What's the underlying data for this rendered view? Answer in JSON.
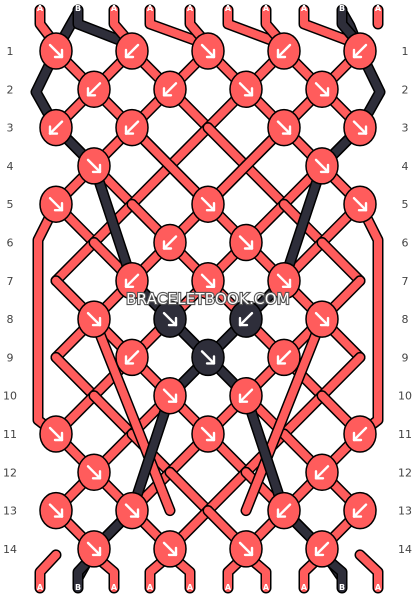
{
  "colors": {
    "A": "#ff5c5c",
    "B": "#2e2e3a",
    "outline": "#000000",
    "arrow": "#ffffff"
  },
  "watermark": "BRACELETBOOK.COM",
  "row_labels": [
    "1",
    "2",
    "3",
    "4",
    "5",
    "6",
    "7",
    "8",
    "9",
    "10",
    "11",
    "12",
    "13",
    "14"
  ],
  "strings_top": [
    "A",
    "B",
    "A",
    "A",
    "A",
    "A",
    "A",
    "A",
    "B",
    "A"
  ],
  "strings_bottom": [
    "A",
    "B",
    "A",
    "A",
    "A",
    "A",
    "A",
    "A",
    "B",
    "A"
  ],
  "knots": [
    [
      {
        "d": "se",
        "c": "A"
      },
      {
        "d": "sw",
        "c": "A"
      },
      {
        "d": "se",
        "c": "A"
      },
      {
        "d": "sw",
        "c": "A"
      },
      {
        "d": "sw",
        "c": "A"
      }
    ],
    [
      {
        "d": "sw",
        "c": "A"
      },
      {
        "d": "sw",
        "c": "A"
      },
      {
        "d": "se",
        "c": "A"
      },
      {
        "d": "se",
        "c": "A"
      }
    ],
    [
      {
        "d": "sw",
        "c": "A"
      },
      {
        "d": "sw",
        "c": "A"
      },
      {
        "d": "none",
        "c": "none"
      },
      {
        "d": "se",
        "c": "A"
      },
      {
        "d": "se",
        "c": "A"
      }
    ],
    [
      {
        "d": "se",
        "c": "A"
      },
      {
        "d": "none",
        "c": "none"
      },
      {
        "d": "none",
        "c": "none"
      },
      {
        "d": "se",
        "c": "A"
      }
    ],
    [
      {
        "d": "se",
        "c": "A"
      },
      {
        "d": "none",
        "c": "none"
      },
      {
        "d": "se",
        "c": "A"
      },
      {
        "d": "none",
        "c": "none"
      },
      {
        "d": "se",
        "c": "A"
      }
    ],
    [
      {
        "d": "none",
        "c": "none"
      },
      {
        "d": "sw",
        "c": "A"
      },
      {
        "d": "se",
        "c": "A"
      },
      {
        "d": "none",
        "c": "none"
      }
    ],
    [
      {
        "d": "none",
        "c": "none"
      },
      {
        "d": "sw",
        "c": "A"
      },
      {
        "d": "se",
        "c": "A"
      },
      {
        "d": "se",
        "c": "A"
      },
      {
        "d": "none",
        "c": "none"
      }
    ],
    [
      {
        "d": "se",
        "c": "A"
      },
      {
        "d": "se",
        "c": "B"
      },
      {
        "d": "sw",
        "c": "B"
      },
      {
        "d": "se",
        "c": "A"
      }
    ],
    [
      {
        "d": "none",
        "c": "none"
      },
      {
        "d": "sw",
        "c": "A"
      },
      {
        "d": "se",
        "c": "B"
      },
      {
        "d": "sw",
        "c": "A"
      },
      {
        "d": "none",
        "c": "none"
      }
    ],
    [
      {
        "d": "none",
        "c": "none"
      },
      {
        "d": "se",
        "c": "A"
      },
      {
        "d": "sw",
        "c": "A"
      },
      {
        "d": "none",
        "c": "none"
      }
    ],
    [
      {
        "d": "se",
        "c": "A"
      },
      {
        "d": "none",
        "c": "none"
      },
      {
        "d": "se",
        "c": "A"
      },
      {
        "d": "none",
        "c": "none"
      },
      {
        "d": "sw",
        "c": "A"
      }
    ],
    [
      {
        "d": "se",
        "c": "A"
      },
      {
        "d": "none",
        "c": "none"
      },
      {
        "d": "none",
        "c": "none"
      },
      {
        "d": "sw",
        "c": "A"
      }
    ],
    [
      {
        "d": "se",
        "c": "A"
      },
      {
        "d": "se",
        "c": "A"
      },
      {
        "d": "none",
        "c": "none"
      },
      {
        "d": "sw",
        "c": "A"
      },
      {
        "d": "sw",
        "c": "A"
      }
    ],
    [
      {
        "d": "se",
        "c": "A"
      },
      {
        "d": "se",
        "c": "A"
      },
      {
        "d": "se",
        "c": "A"
      },
      {
        "d": "sw",
        "c": "A"
      }
    ]
  ]
}
